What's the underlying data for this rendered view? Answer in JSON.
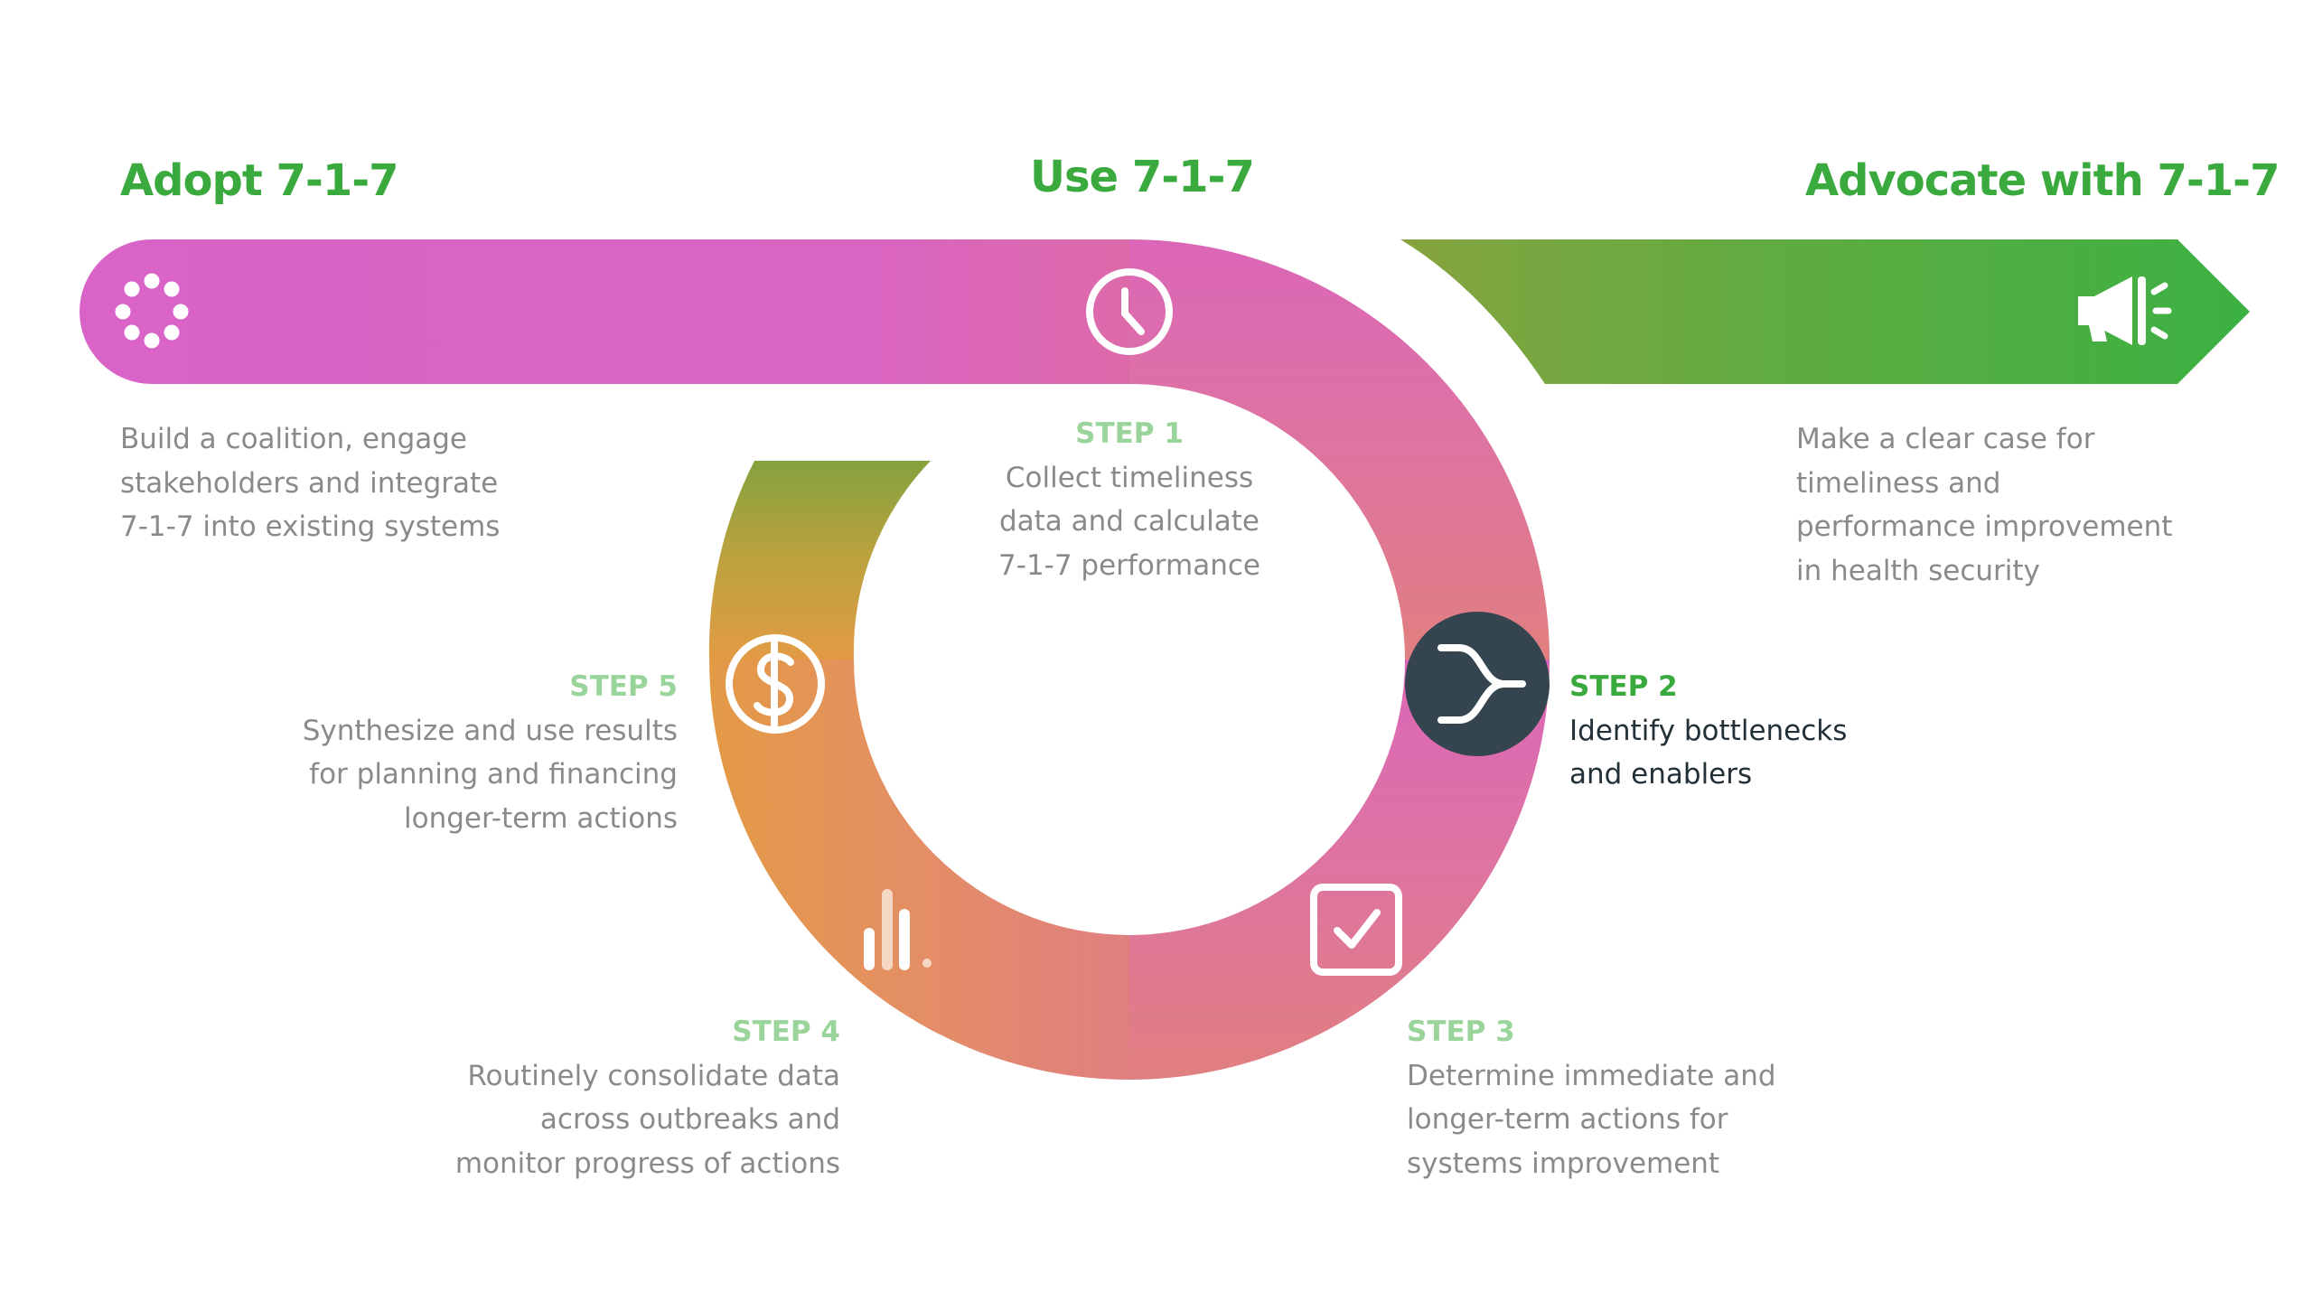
{
  "headings": {
    "adopt": "Adopt 7-1-7",
    "use": "Use 7-1-7",
    "advocate": "Advocate with 7-1-7"
  },
  "adopt_text": [
    "Build a coalition, engage",
    "stakeholders and integrate",
    "7-1-7 into existing systems"
  ],
  "advocate_text": [
    "Make a clear case for",
    "timeliness and",
    "performance improvement",
    "in health security"
  ],
  "steps": [
    {
      "label": "STEP 1",
      "lines": [
        "Collect timeliness",
        "data and calculate",
        "7-1-7 performance"
      ],
      "icon": "clock-icon"
    },
    {
      "label": "STEP 2",
      "lines": [
        "Identify bottlenecks",
        "and enablers"
      ],
      "icon": "merge-arrows-icon",
      "active": true
    },
    {
      "label": "STEP 3",
      "lines": [
        "Determine immediate and",
        "longer-term actions for",
        "systems improvement"
      ],
      "icon": "checkbox-icon"
    },
    {
      "label": "STEP 4",
      "lines": [
        "Routinely consolidate data",
        "across outbreaks and",
        "monitor progress of actions"
      ],
      "icon": "bar-chart-icon"
    },
    {
      "label": "STEP 5",
      "lines": [
        "Synthesize and use results",
        "for planning and financing",
        "longer-term actions"
      ],
      "icon": "dollar-icon"
    }
  ],
  "icons": {
    "adopt": "dots-circle-icon",
    "advocate": "megaphone-icon"
  },
  "colors": {
    "green_heading": "#3aaa3f",
    "step_label": "#99d49a",
    "magenta": "#d963c6",
    "pink": "#df7899",
    "coral": "#e48a6a",
    "orange": "#e29a45",
    "olive": "#7fa33f",
    "bright_green": "#3cb043",
    "dark_node": "#34454f",
    "body_gray": "#8a8a8a"
  }
}
